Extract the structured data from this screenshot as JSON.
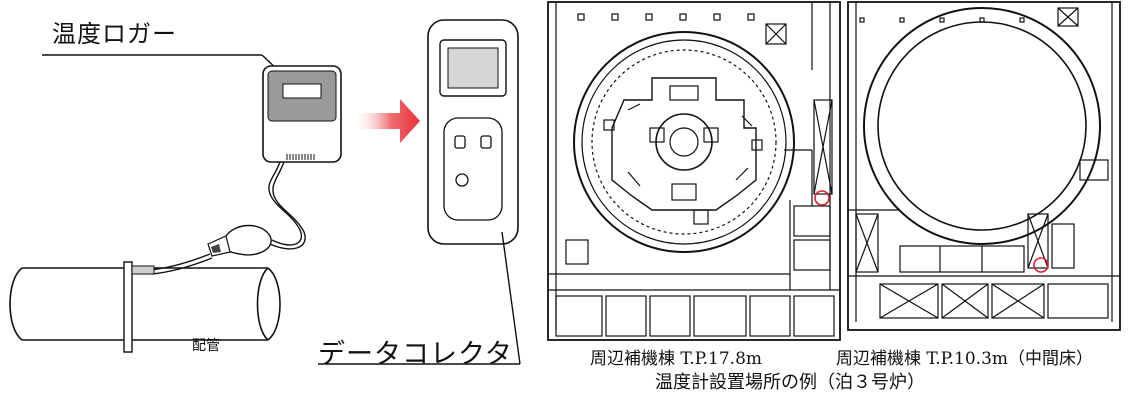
{
  "labels": {
    "logger": "温度ロガー",
    "collector": "データコレクタ",
    "pipe": "配管"
  },
  "captions": {
    "floor_a": "周辺補機棟 T.P.17.8m",
    "floor_b": "周辺補機棟 T.P.10.3m（中間床）",
    "overall": "温度計設置場所の例（泊３号炉）"
  },
  "colors": {
    "arrow": "#e8323c",
    "marker": "#d9232e",
    "line": "#111111",
    "screen": "#d6d6d6"
  },
  "icons": {
    "arrow": "transfer-arrow-icon",
    "marker": "location-circle-icon"
  }
}
